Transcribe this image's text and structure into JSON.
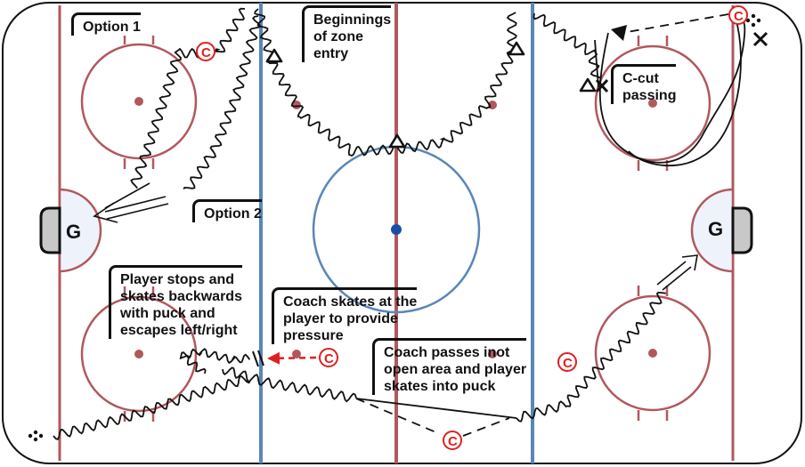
{
  "labels": {
    "option1": [
      "Option 1"
    ],
    "option2": [
      "Option 2"
    ],
    "zone_entry": [
      "Beginnings",
      "of zone",
      "entry"
    ],
    "c_cut": [
      "C-cut",
      "passing"
    ],
    "player_stops": [
      "Player stops and",
      "skates backwards",
      "with puck and",
      "escapes left/right"
    ],
    "coach_skates": [
      "Coach skates at the",
      "player to provide",
      "pressure"
    ],
    "coach_passes": [
      "Coach passes inot",
      "open area and player",
      "skates into puck"
    ]
  },
  "symbols": {
    "coach": "C",
    "goalie": "G",
    "defender": "✕"
  },
  "colors": {
    "red_line": "#b0585e",
    "blue_line": "#5a86b8",
    "circle_red": "#b0585e",
    "center_circle": "#5a86b8",
    "center_dot": "#1a4fa8",
    "coach": "#e0201f",
    "crease": "#eef2fb",
    "net": "#c8c8c8",
    "pass_arrow_red": "#e0201f"
  }
}
